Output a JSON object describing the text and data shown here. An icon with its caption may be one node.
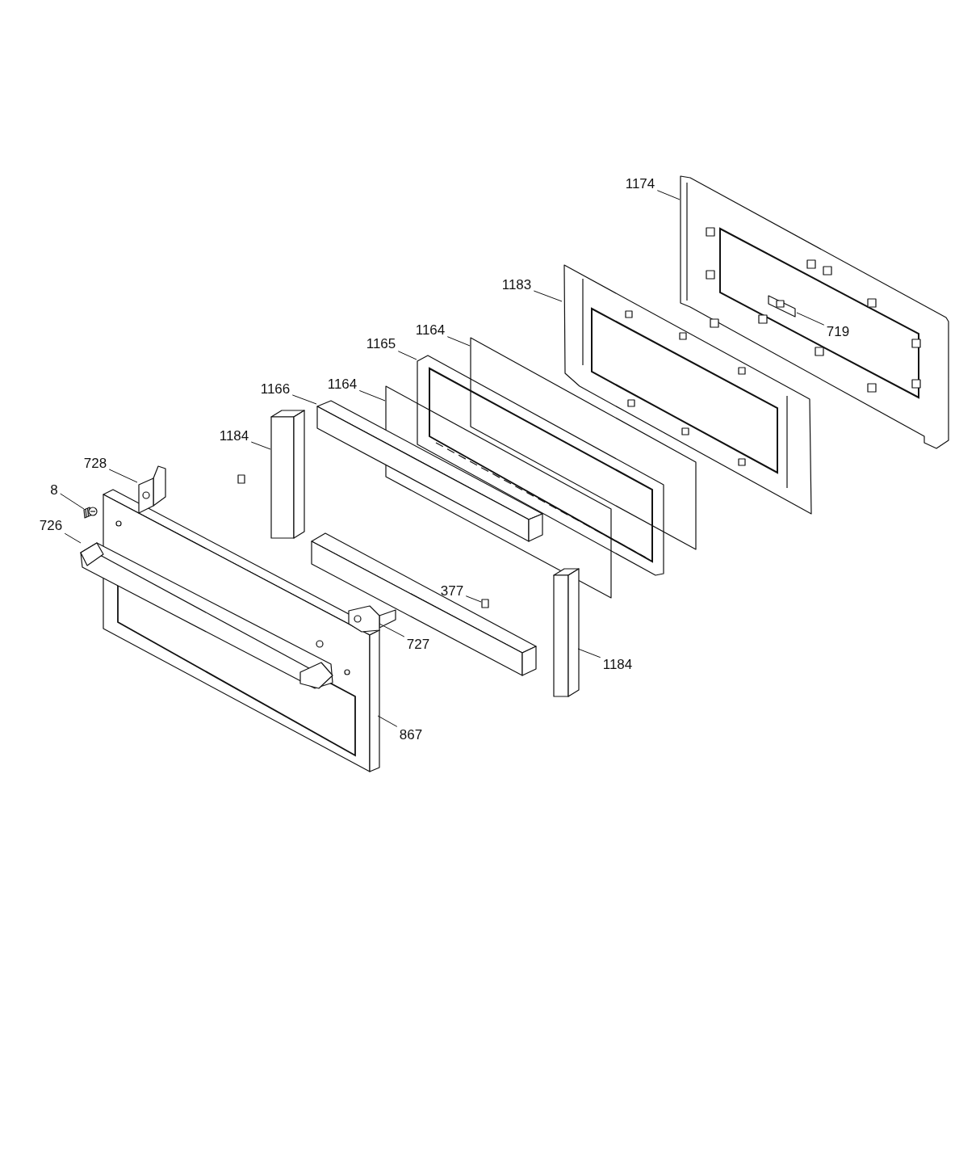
{
  "diagram": {
    "nodes": [
      {
        "text": [
          "1174"
        ]
      },
      {
        "text": [
          "1183"
        ]
      },
      {
        "text": [
          "719"
        ],
        "in": 15
      },
      {
        "text": [
          "1164"
        ]
      },
      {
        "text": [
          "1165"
        ]
      },
      {
        "text": [
          "1166"
        ]
      },
      {
        "text": [
          "1164"
        ]
      },
      {
        "text": [
          "1184"
        ]
      },
      {
        "text": [
          "728"
        ]
      },
      {
        "text": [
          "8"
        ]
      },
      {
        "text": [
          "726"
        ]
      },
      {
        "text": [
          "377"
        ]
      },
      {
        "text": [
          "727"
        ]
      },
      {
        "text": [
          "1184"
        ]
      },
      {
        "text": [
          "867"
        ]
      },
      {
        "text": [],
        "shape": "picture"
      },
      {
        "text": [],
        "shape": "picture"
      },
      {
        "text": [],
        "shape": "picture",
        "in": 15
      },
      {
        "text": [],
        "shape": "picture"
      },
      {
        "text": [],
        "shape": "picture"
      },
      {
        "text": [],
        "shape": "picture"
      },
      {
        "text": [],
        "shape": "bar"
      },
      {
        "text": [],
        "shape": "box"
      },
      {
        "text": [],
        "shape": "picture"
      },
      {
        "text": [],
        "shape": "picture"
      },
      {
        "text": [],
        "shape": "picture"
      },
      {
        "text": [],
        "shape": "box"
      },
      {
        "text": [],
        "shape": "picture"
      },
      {
        "text": [],
        "shape": "box"
      },
      {
        "text": [],
        "shape": "picture"
      }
    ],
    "edges": [
      {
        "from": 0,
        "to": 15,
        "arrow": "none"
      },
      {
        "from": 1,
        "to": 16,
        "arrow": "none"
      },
      {
        "from": 2,
        "to": 17,
        "arrow": "none"
      },
      {
        "from": 3,
        "to": 18,
        "arrow": "none"
      },
      {
        "from": 4,
        "to": 19,
        "arrow": "none"
      },
      {
        "from": 5,
        "to": 21,
        "arrow": "none"
      },
      {
        "from": 6,
        "to": 20,
        "arrow": "none"
      },
      {
        "from": 7,
        "to": 22,
        "arrow": "none"
      },
      {
        "from": 8,
        "to": 23,
        "arrow": "none"
      },
      {
        "from": 9,
        "to": 24,
        "arrow": "none"
      },
      {
        "from": 10,
        "to": 25,
        "arrow": "none"
      },
      {
        "from": 11,
        "to": 26,
        "arrow": "none"
      },
      {
        "from": 12,
        "to": 27,
        "arrow": "none"
      },
      {
        "from": 13,
        "to": 28,
        "arrow": "none"
      },
      {
        "from": 14,
        "to": 29,
        "arrow": "none"
      }
    ]
  }
}
